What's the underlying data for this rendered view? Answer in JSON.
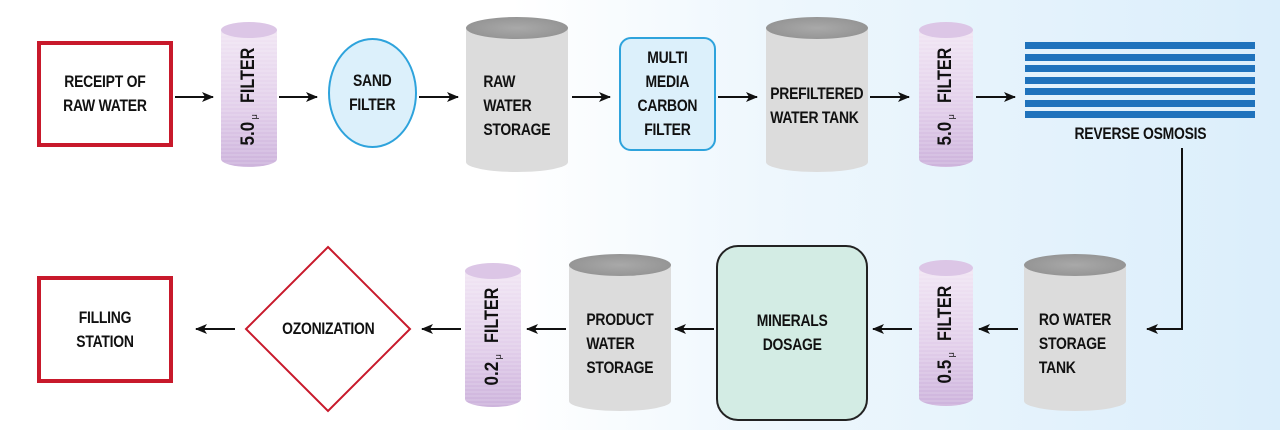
{
  "diagram": {
    "title": "Water Treatment Process Flow",
    "colors": {
      "terminal_border": "#c8192b",
      "filter_fill": "#e3d0eb",
      "tank_fill": "#dcdcdc",
      "tank_top": "#9a9a9a",
      "sand_and_mmcf_fill": "#dcf0fb",
      "sand_and_mmcf_border": "#2ea3dc",
      "minerals_fill": "#d3ece4",
      "ro_bars": "#1f72bc",
      "arrow": "#111111"
    },
    "nodes": {
      "receipt": {
        "label": "Receipt of\nRaw Water",
        "shape": "rectangle"
      },
      "filter1": {
        "value": "5.0",
        "unit": "μ",
        "label": "FILTER",
        "shape": "cylinder"
      },
      "sand": {
        "label": "Sand\nFilter",
        "shape": "ellipse"
      },
      "raw_storage": {
        "label": "Raw\nWater\nStorage",
        "shape": "tank"
      },
      "mmcf": {
        "label": "Multi\nMedia\nCarbon\nFilter",
        "shape": "rounded-rectangle"
      },
      "prefiltered": {
        "label": "Prefiltered\nWater Tank",
        "shape": "tank"
      },
      "filter2": {
        "value": "5.0",
        "unit": "μ",
        "label": "FILTER",
        "shape": "cylinder"
      },
      "ro": {
        "label": "Reverse Osmosis",
        "shape": "membrane-bars",
        "bar_count": 7
      },
      "ro_storage": {
        "label": "RO Water\nStorage\nTank",
        "shape": "tank"
      },
      "filter3": {
        "value": "0.5",
        "unit": "μ",
        "label": "FILTER",
        "shape": "cylinder"
      },
      "minerals": {
        "label": "Minerals\nDosage",
        "shape": "rounded-rectangle"
      },
      "product_storage": {
        "label": "Product\nWater\nStorage",
        "shape": "tank"
      },
      "filter4": {
        "value": "0.2",
        "unit": "μ",
        "label": "FILTER",
        "shape": "cylinder"
      },
      "ozonization": {
        "label": "Ozonization",
        "shape": "diamond"
      },
      "filling": {
        "label": "Filling\nStation",
        "shape": "rectangle"
      }
    },
    "edges": [
      [
        "receipt",
        "filter1"
      ],
      [
        "filter1",
        "sand"
      ],
      [
        "sand",
        "raw_storage"
      ],
      [
        "raw_storage",
        "mmcf"
      ],
      [
        "mmcf",
        "prefiltered"
      ],
      [
        "prefiltered",
        "filter2"
      ],
      [
        "filter2",
        "ro"
      ],
      [
        "ro",
        "ro_storage"
      ],
      [
        "ro_storage",
        "filter3"
      ],
      [
        "filter3",
        "minerals"
      ],
      [
        "minerals",
        "product_storage"
      ],
      [
        "product_storage",
        "filter4"
      ],
      [
        "filter4",
        "ozonization"
      ],
      [
        "ozonization",
        "filling"
      ]
    ]
  }
}
